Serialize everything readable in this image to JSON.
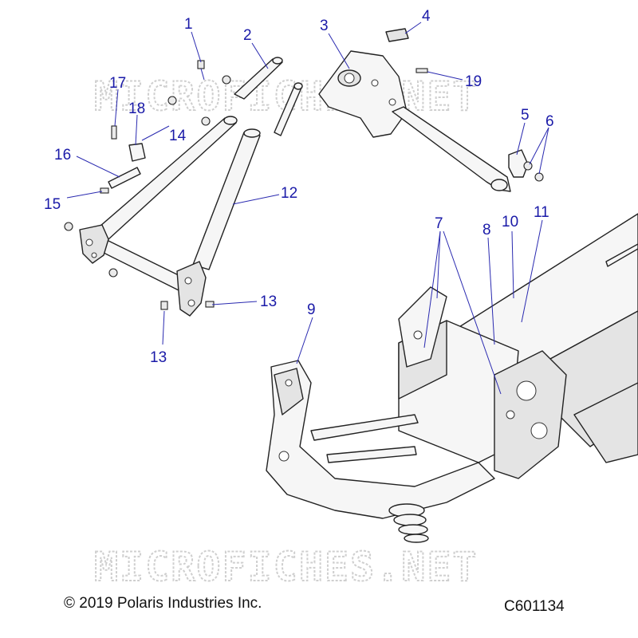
{
  "watermark": "MICROFICHES.NET",
  "copyright": "© 2019 Polaris Industries Inc.",
  "figure_code": "C601134",
  "callouts": {
    "c1": "1",
    "c2": "2",
    "c3": "3",
    "c4": "4",
    "c5": "5",
    "c6": "6",
    "c7": "7",
    "c8": "8",
    "c9": "9",
    "c10": "10",
    "c11": "11",
    "c12": "12",
    "c13a": "13",
    "c13b": "13",
    "c14": "14",
    "c15": "15",
    "c16": "16",
    "c17": "17",
    "c18": "18",
    "c19": "19"
  },
  "colors": {
    "callout": "#1a1aa8",
    "line": "#222222",
    "watermark": "#cfcfcf"
  }
}
